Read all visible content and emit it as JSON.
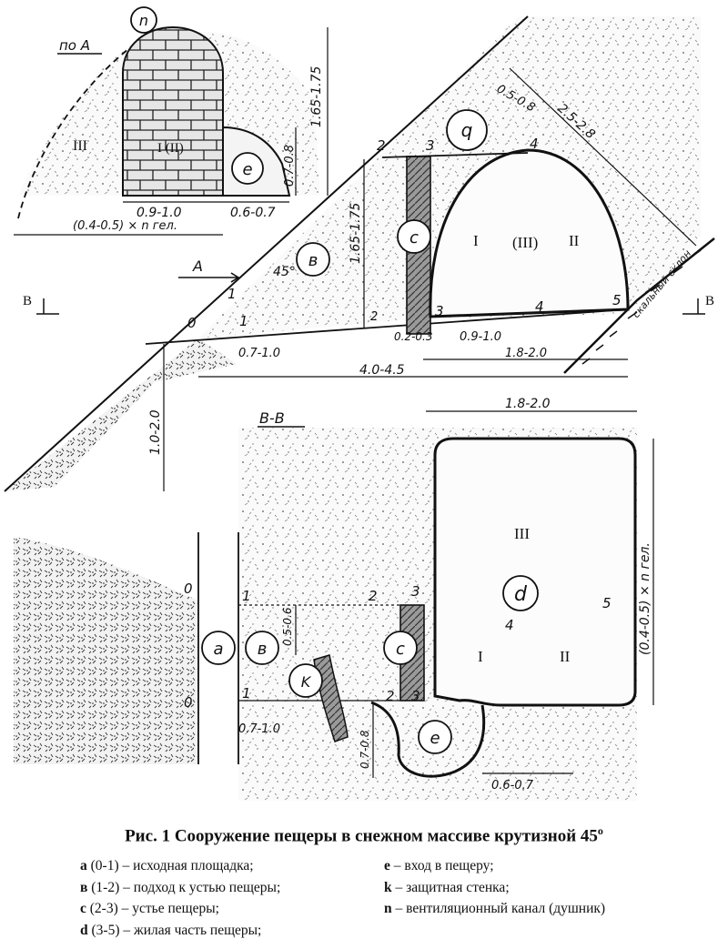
{
  "figure": {
    "caption": "Рис. 1 Сооружение пещеры в снежном массиве крутизной 45",
    "caption_degree": "o",
    "legend_left": [
      {
        "key": "a",
        "range": "(0-1)",
        "text": "– исходная площадка;"
      },
      {
        "key": "в",
        "range": "(1-2)",
        "text": "– подход к устью пещеры;"
      },
      {
        "key": "c",
        "range": "(2-3)",
        "text": "– устье пещеры;"
      },
      {
        "key": "d",
        "range": "(3-5)",
        "text": "– жилая часть пещеры;"
      }
    ],
    "legend_right": [
      {
        "key": "e",
        "text": "– вход в пещеру;"
      },
      {
        "key": "k",
        "text": "– защитная стенка;"
      },
      {
        "key": "n",
        "text": "– вентиляционный канал (душник)"
      }
    ]
  },
  "view_a": {
    "title": "по А",
    "zone_label": "III",
    "wall_label": "I (II)",
    "vent_label": "n",
    "entrance_label": "e",
    "dim_height": "1.65-1.75",
    "dim_entrance_height": "0.7-0.8",
    "dim_width": "0.9-1.0",
    "dim_entrance_width": "0.6-0.7",
    "dim_total_width": "(0.4-0.5) × n гел."
  },
  "section_side": {
    "arrow_a": "А",
    "section_marker_left": "В",
    "section_marker_right": "В",
    "angle": "45°",
    "approach_label": "в",
    "mouth_label": "c",
    "vent_label": "q",
    "zones": [
      "I",
      "(III)",
      "II"
    ],
    "points": [
      "0",
      "1",
      "1",
      "2",
      "2",
      "3",
      "3",
      "4",
      "4",
      "5"
    ],
    "dim_mouth_height": "1.65-1.75",
    "dim_roof": "0.5-0.8",
    "dim_slope": "2.5-2.8",
    "dim_wall": "0.2-0.3",
    "dim_platform": "0.7-1.0",
    "dim_half": "0.9-1.0",
    "dim_living": "1.8-2.0",
    "dim_total": "4.0-4.5",
    "dim_drop": "1.0-2.0",
    "rock_label": "скальный склон"
  },
  "section_bb": {
    "title": "В-В",
    "dim_width": "1.8-2.0",
    "dim_depth": "(0.4-0.5) × n гел.",
    "zone_top": "III",
    "zone_left": "I",
    "zone_right": "II",
    "living_label": "d",
    "platform_label": "a",
    "approach_label": "в",
    "mouth_label": "c",
    "wall_label": "K",
    "entrance_label": "e",
    "points": [
      "0",
      "0",
      "1",
      "1",
      "2",
      "2",
      "3",
      "3",
      "4",
      "5"
    ],
    "dim_approach": "0.5-0.6",
    "dim_platform": "0.7-1.0",
    "dim_entrance_h": "0.7-0.8",
    "dim_entrance_w": "0.6-0.7"
  }
}
